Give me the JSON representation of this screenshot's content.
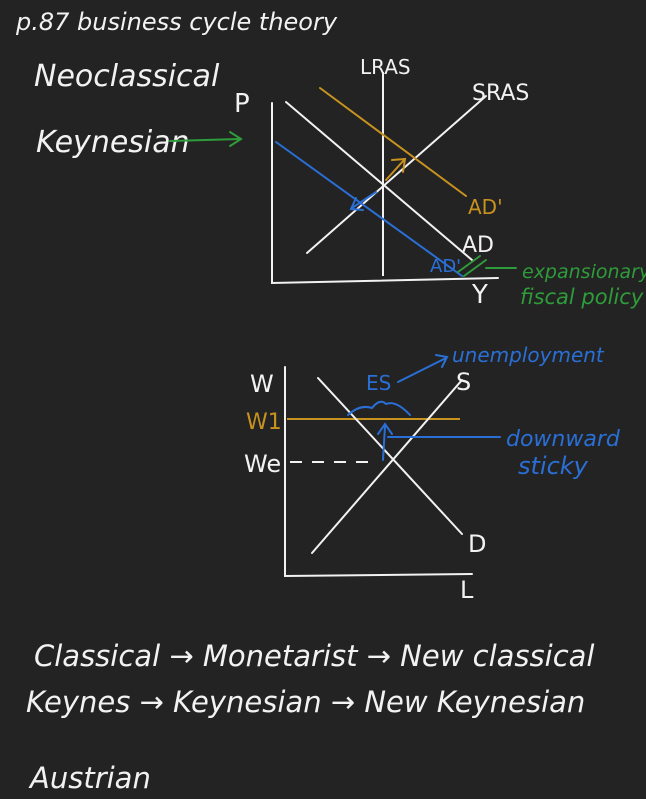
{
  "colors": {
    "background": "#232323",
    "ink": "#f2f2f2",
    "orange": "#c8921f",
    "blue": "#2a6fd6",
    "green": "#2e9c3a"
  },
  "header": {
    "title": "p.87 business cycle theory",
    "schools": [
      "Neoclassical",
      "Keynesian"
    ]
  },
  "top_diagram": {
    "y_label": "P",
    "x_label": "Y",
    "lras": "LRAS",
    "sras": "SRAS",
    "ad": "AD",
    "ad_up": "AD'",
    "ad_down": "AD'",
    "policy_note": [
      "expansionary",
      "fiscal policy"
    ]
  },
  "bottom_diagram": {
    "y_label": "W",
    "x_label": "L",
    "w1": "W1",
    "we": "We",
    "supply": "S",
    "demand": "D",
    "es": "ES",
    "unemployment": "unemployment",
    "sticky_note": [
      "downward",
      "sticky"
    ]
  },
  "footer": {
    "classical_line": "Classical → Monetarist → New classical",
    "keynes_line": "Keynes → Keynesian → New Keynesian",
    "austrian": "Austrian"
  }
}
